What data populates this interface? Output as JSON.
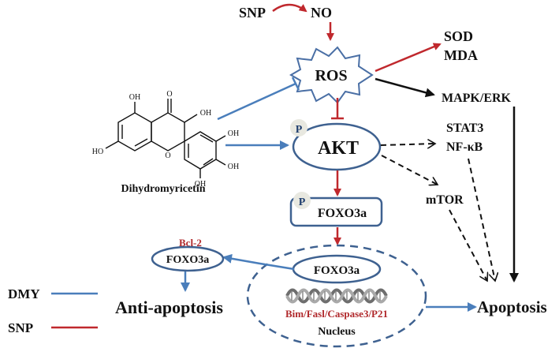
{
  "colors": {
    "dmy_blue": "#4a7ebb",
    "snp_red": "#c0282d",
    "black": "#111111",
    "label_red": "#b0282b",
    "node_fill": "#ffffff",
    "p_badge": "#e8e8e0"
  },
  "nodes": {
    "snp_top": "SNP",
    "no": "NO",
    "ros": "ROS",
    "sod": "SOD",
    "mda": "MDA",
    "mapk": "MAPK/ERK",
    "akt": "AKT",
    "akt_p": "P",
    "stat3": "STAT3",
    "nfkb": "NF-κB",
    "mtor": "mTOR",
    "foxo_p": "P",
    "foxo_cyto": "FOXO3a",
    "bcl2": "Bcl-2",
    "foxo_left": "FOXO3a",
    "foxo_nucleus": "FOXO3a",
    "genes": "Bim/Fasl/Caspase3/P21",
    "nucleus": "Nucleus",
    "anti_apoptosis": "Anti-apoptosis",
    "apoptosis": "Apoptosis",
    "drug": "Dihydromyricetin"
  },
  "molecule": {
    "atoms": [
      "OH",
      "O",
      "OH",
      "HO",
      "O",
      "OH",
      "OH",
      "OH"
    ]
  },
  "legend": [
    {
      "label": "DMY",
      "color": "#4a7ebb"
    },
    {
      "label": "SNP",
      "color": "#c0282d"
    }
  ]
}
